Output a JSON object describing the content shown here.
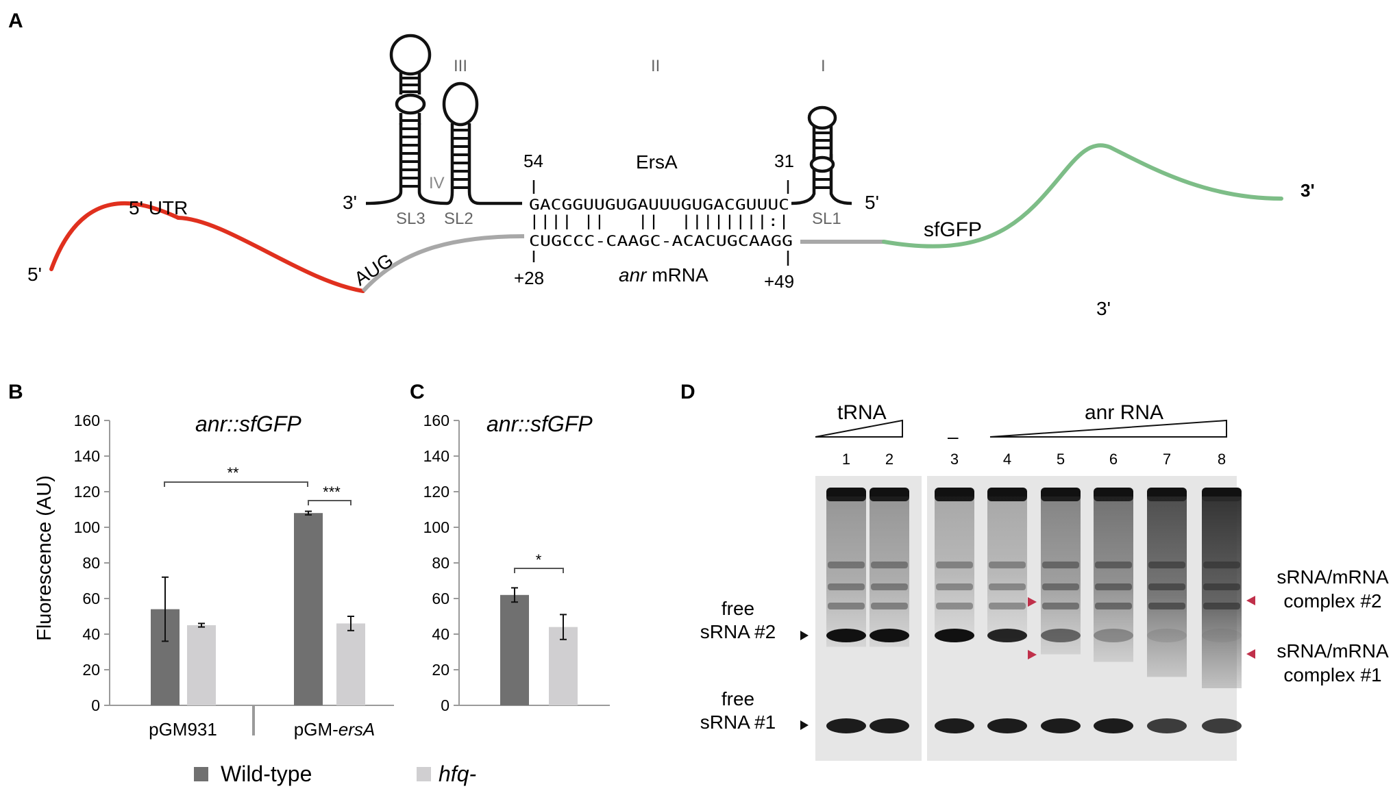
{
  "panels": {
    "a": {
      "letter": "A",
      "stem_labels": {
        "roman_3": "III",
        "roman_2": "II",
        "roman_1": "I",
        "roman_4": "IV",
        "sl3": "SL3",
        "sl2": "SL2",
        "sl1": "SL1"
      },
      "ersa": {
        "name": "ErsA",
        "pos_left": "54",
        "pos_right": "31",
        "end_left": "3'",
        "end_right": "5'",
        "sequence": "GACGGUUGUGAUUUGUGACGUUUC",
        "pairing": "|||| ||   ||  ||||||||:|"
      },
      "anr": {
        "name_italic": "anr",
        "name_rest": " mRNA",
        "sequence": "CUGCCC-CAAGC-ACACUGCAAGG",
        "pos_left": "+28",
        "pos_right": "+49"
      },
      "utr_label": "5' UTR",
      "five_prime": "5'",
      "start_codon": "AUG",
      "reporter": "sfGFP",
      "three_prime_end": "3'",
      "three_prime_below": "3'",
      "colors": {
        "utr": "#e0301e",
        "cds": "#a8a8a8",
        "gfp": "#7dbd87"
      }
    },
    "b": {
      "letter": "B",
      "title": "anr::sfGFP",
      "ylabel": "Fluorescence (AU)",
      "group_1": "pGM931",
      "group_2_prefix": "pGM-",
      "group_2_italic": "ersA",
      "sig_1": "**",
      "sig_2": "***"
    },
    "c": {
      "letter": "C",
      "title": "anr::sfGFP",
      "sig": "*"
    },
    "d": {
      "letter": "D",
      "trna_label": "tRNA",
      "dash": "–",
      "anr_label": "anr RNA",
      "lanes": [
        "1",
        "2",
        "3",
        "4",
        "5",
        "6",
        "7",
        "8"
      ],
      "free_2_l1": "free",
      "free_2_l2": "sRNA #2",
      "free_1_l1": "free",
      "free_1_l2": "sRNA #1",
      "complex_2_l1": "sRNA/mRNA",
      "complex_2_l2": "complex #2",
      "complex_1_l1": "sRNA/mRNA",
      "complex_1_l2": "complex #1",
      "arrow_color": "#c0304a"
    }
  },
  "legend": {
    "wildtype": "Wild-type",
    "hfq": "hfq-"
  },
  "colors": {
    "wildtype": "#707070",
    "hfq": "#d0cfd1"
  },
  "chart_data": [
    {
      "type": "bar",
      "title": "anr::sfGFP",
      "categories": [
        "pGM931",
        "pGM-ersA"
      ],
      "series": [
        {
          "name": "Wild-type",
          "values": [
            54,
            108
          ],
          "errors": [
            18,
            1
          ]
        },
        {
          "name": "hfq-",
          "values": [
            45,
            46
          ],
          "errors": [
            1,
            4
          ]
        }
      ],
      "ylabel": "Fluorescence (AU)",
      "ylim": [
        0,
        160
      ],
      "yticks": [
        0,
        20,
        40,
        60,
        80,
        100,
        120,
        140,
        160
      ]
    },
    {
      "type": "bar",
      "title": "anr::sfGFP",
      "categories": [
        ""
      ],
      "series": [
        {
          "name": "Wild-type",
          "values": [
            62
          ],
          "errors": [
            4
          ]
        },
        {
          "name": "hfq-",
          "values": [
            44
          ],
          "errors": [
            7
          ]
        }
      ],
      "ylim": [
        0,
        160
      ],
      "yticks": [
        0,
        20,
        40,
        60,
        80,
        100,
        120,
        140,
        160
      ]
    }
  ]
}
